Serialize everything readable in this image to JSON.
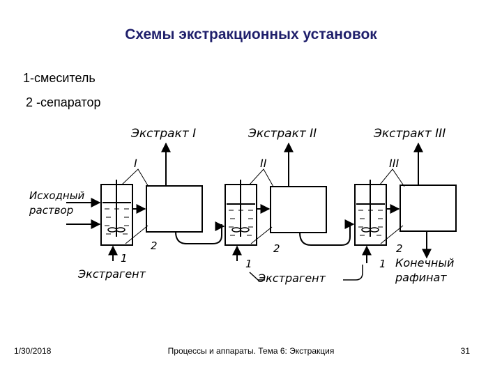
{
  "slide": {
    "title": "Схемы экстракционных установок",
    "legend_line1": "1-смеситель",
    "legend_line2": "2 -сепаратор"
  },
  "diagram": {
    "extract_labels": [
      "Экстракт I",
      "Экстракт II",
      "Экстракт III"
    ],
    "stage_labels": [
      "I",
      "II",
      "III"
    ],
    "feed_label_line1": "Исходный",
    "feed_label_line2": "раствор",
    "extractant_label": "Экстрагент",
    "raffinate_label_line1": "Конечный",
    "raffinate_label_line2": "рафинат",
    "mixer_number": "1",
    "separator_number": "2"
  },
  "footer": {
    "date": "1/30/2018",
    "course": "Процессы и аппараты. Тема 6: Экстракция",
    "page": "31"
  }
}
